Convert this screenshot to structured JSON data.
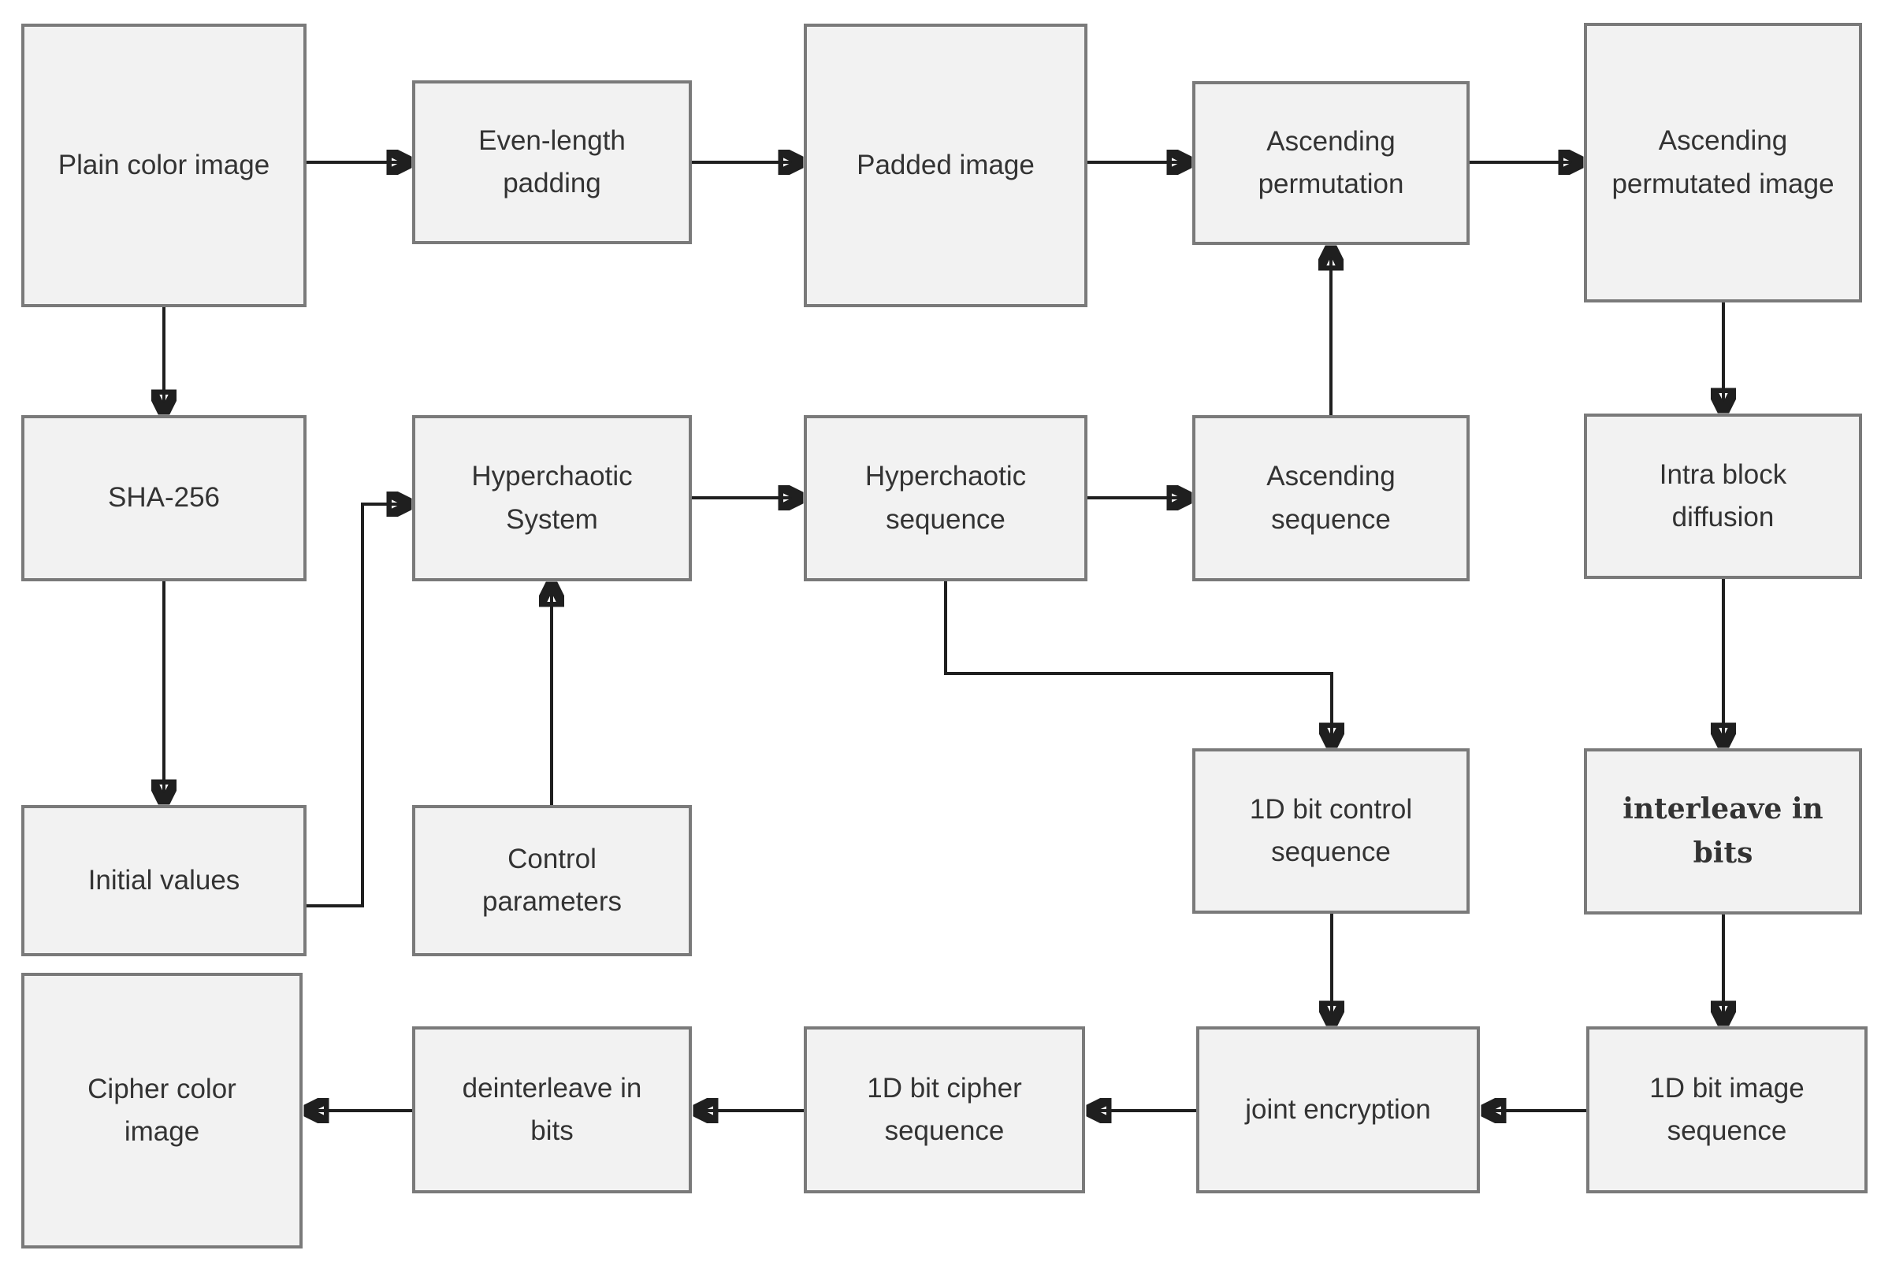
{
  "diagram": {
    "type": "flowchart",
    "title": "",
    "background_color": "#ffffff",
    "colors": {
      "box_fill": "#f2f2f2",
      "box_border": "#7a7a7a",
      "arrow": "#1f1f1f",
      "text": "#333333"
    },
    "nodes": [
      {
        "id": "plain-color-image",
        "label": "Plain color image"
      },
      {
        "id": "even-length-padding",
        "label": "Even-length\npadding"
      },
      {
        "id": "padded-image",
        "label": "Padded image"
      },
      {
        "id": "ascending-permutation",
        "label": "Ascending\npermutation"
      },
      {
        "id": "ascending-permutated-image",
        "label": "Ascending\npermutated image"
      },
      {
        "id": "sha-256",
        "label": "SHA-256"
      },
      {
        "id": "hyperchaotic-system",
        "label": "Hyperchaotic\nSystem"
      },
      {
        "id": "hyperchaotic-sequence",
        "label": "Hyperchaotic\nsequence"
      },
      {
        "id": "ascending-sequence",
        "label": "Ascending\nsequence"
      },
      {
        "id": "intra-block-diffusion",
        "label": "Intra block\ndiffusion"
      },
      {
        "id": "initial-values",
        "label": "Initial values"
      },
      {
        "id": "control-parameters",
        "label": "Control\nparameters"
      },
      {
        "id": "1d-bit-control-sequence",
        "label": "1D bit control\nsequence"
      },
      {
        "id": "interleave-in-bits",
        "label": "interleave in\nbits"
      },
      {
        "id": "cipher-color-image",
        "label": "Cipher color\nimage"
      },
      {
        "id": "deinterleave-in-bits",
        "label": "deinterleave in\nbits"
      },
      {
        "id": "1d-bit-cipher-sequence",
        "label": "1D bit cipher\nsequence"
      },
      {
        "id": "joint-encryption",
        "label": "joint encryption"
      },
      {
        "id": "1d-bit-image-sequence",
        "label": "1D bit image\nsequence"
      }
    ],
    "edges": [
      {
        "from": "plain-color-image",
        "to": "even-length-padding"
      },
      {
        "from": "even-length-padding",
        "to": "padded-image"
      },
      {
        "from": "padded-image",
        "to": "ascending-permutation"
      },
      {
        "from": "ascending-permutation",
        "to": "ascending-permutated-image"
      },
      {
        "from": "plain-color-image",
        "to": "sha-256"
      },
      {
        "from": "sha-256",
        "to": "initial-values"
      },
      {
        "from": "initial-values",
        "to": "hyperchaotic-system"
      },
      {
        "from": "control-parameters",
        "to": "hyperchaotic-system"
      },
      {
        "from": "hyperchaotic-system",
        "to": "hyperchaotic-sequence"
      },
      {
        "from": "hyperchaotic-sequence",
        "to": "ascending-sequence"
      },
      {
        "from": "ascending-sequence",
        "to": "ascending-permutation"
      },
      {
        "from": "hyperchaotic-sequence",
        "to": "1d-bit-control-sequence"
      },
      {
        "from": "ascending-permutated-image",
        "to": "intra-block-diffusion"
      },
      {
        "from": "intra-block-diffusion",
        "to": "interleave-in-bits"
      },
      {
        "from": "interleave-in-bits",
        "to": "1d-bit-image-sequence"
      },
      {
        "from": "1d-bit-control-sequence",
        "to": "joint-encryption"
      },
      {
        "from": "1d-bit-image-sequence",
        "to": "joint-encryption"
      },
      {
        "from": "joint-encryption",
        "to": "1d-bit-cipher-sequence"
      },
      {
        "from": "1d-bit-cipher-sequence",
        "to": "deinterleave-in-bits"
      },
      {
        "from": "deinterleave-in-bits",
        "to": "cipher-color-image"
      }
    ]
  }
}
